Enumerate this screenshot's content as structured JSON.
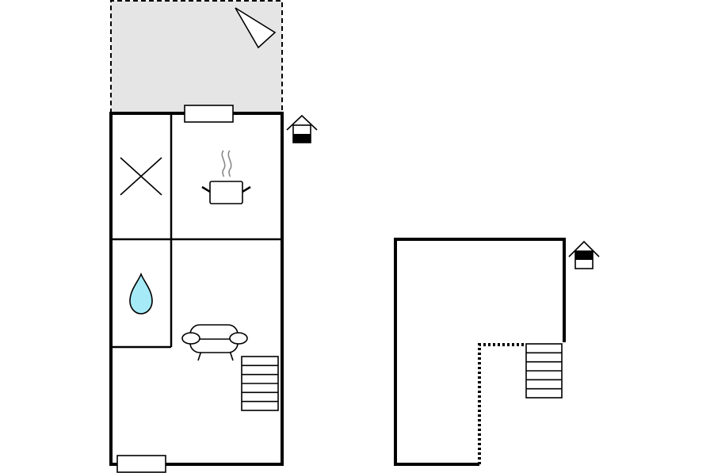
{
  "colors": {
    "wall": "#000000",
    "terrace_fill": "#e5e5e5",
    "water_fill": "#a6eaf7",
    "steam": "#888888",
    "background": "#ffffff"
  },
  "ground_floor": {
    "rooms": [
      {
        "name": "terrace",
        "type": "outdoor"
      },
      {
        "name": "utility-room",
        "symbol": "cross-icon"
      },
      {
        "name": "kitchen",
        "symbol": "cooking-pot-icon"
      },
      {
        "name": "bathroom",
        "symbol": "water-drop-icon"
      },
      {
        "name": "living-room",
        "symbol": "armchair-icon"
      }
    ],
    "windows": 2,
    "staircase_steps": 6,
    "level_marker": "house-ground-floor-icon"
  },
  "upper_floor": {
    "staircase_steps": 6,
    "open_edge": "dotted",
    "level_marker": "house-upper-floor-icon"
  }
}
